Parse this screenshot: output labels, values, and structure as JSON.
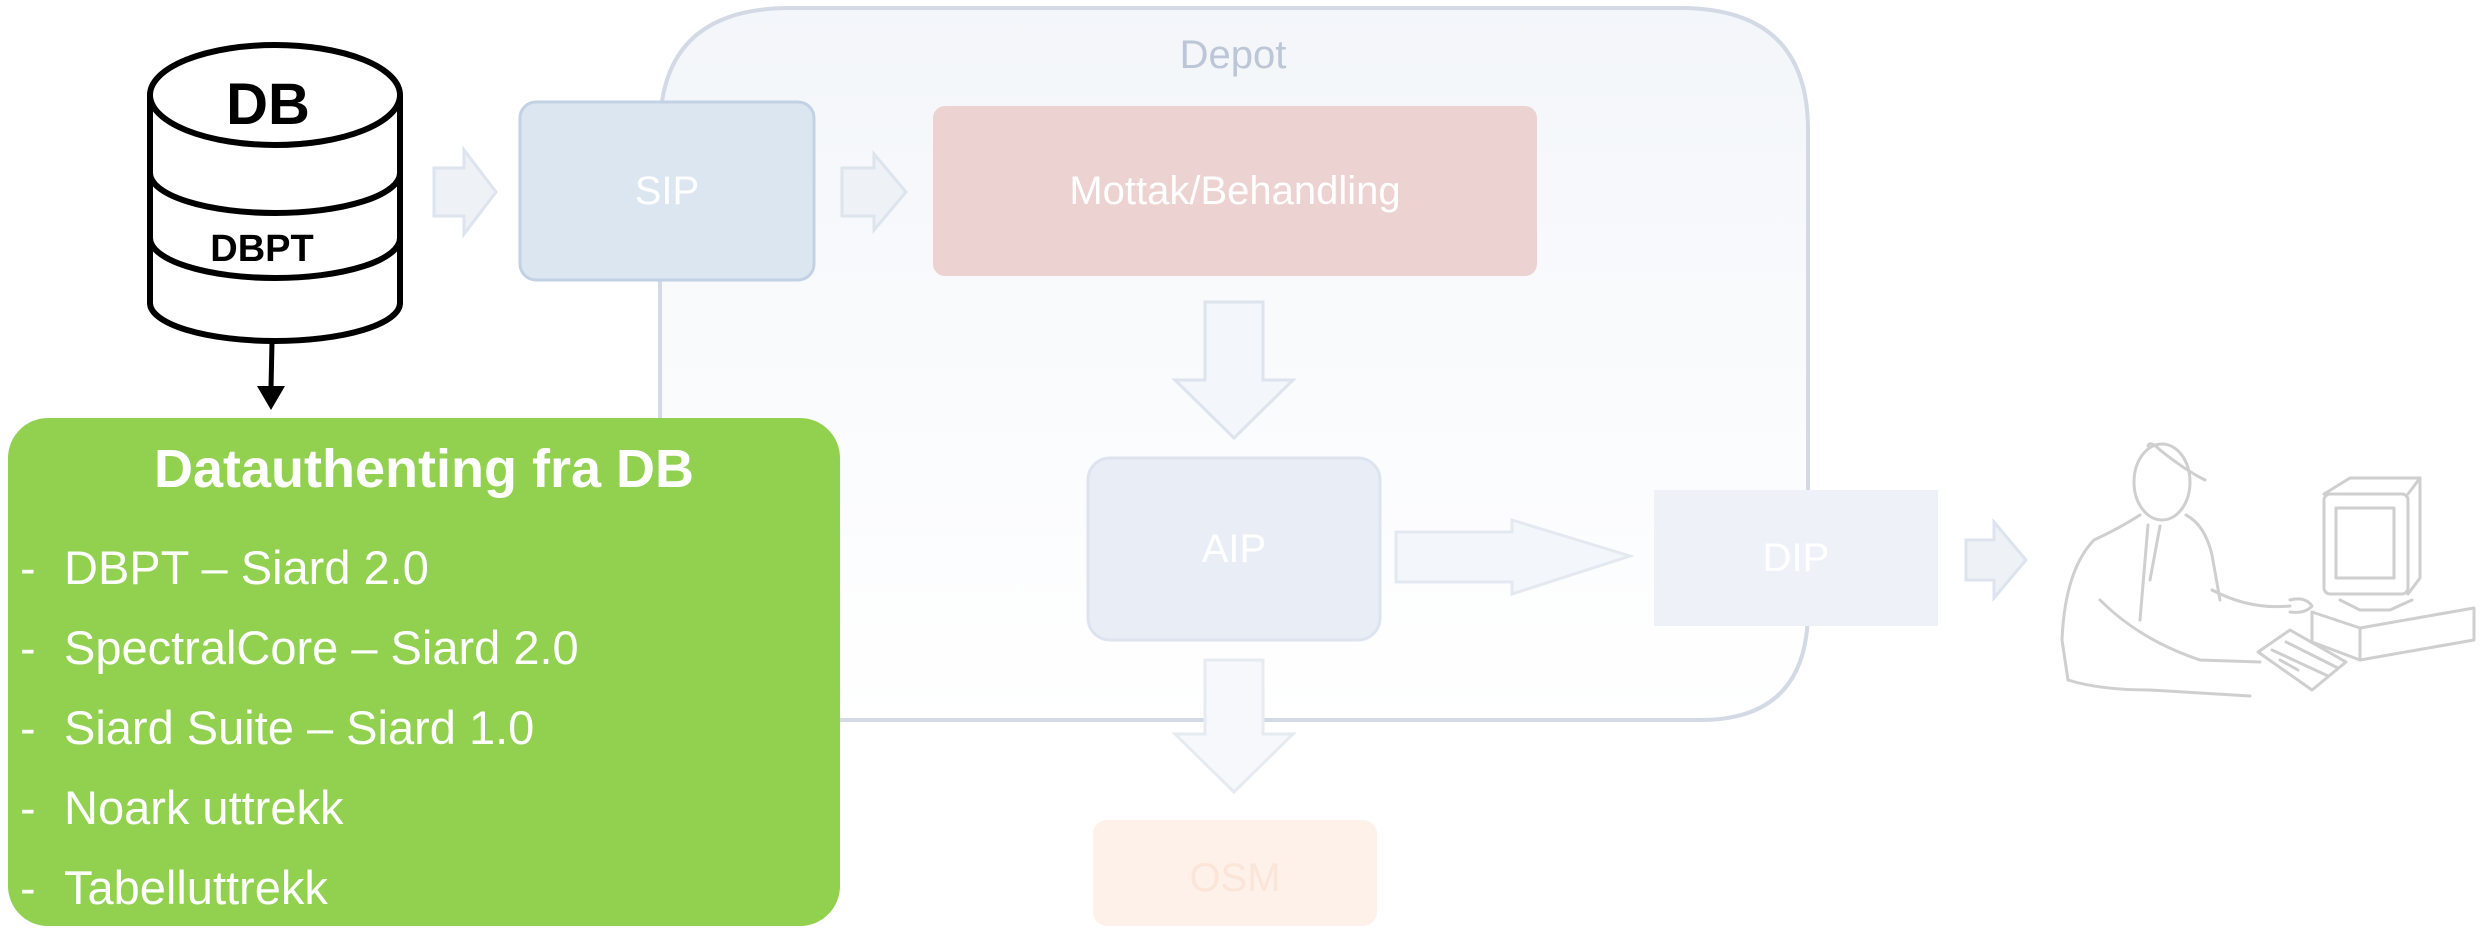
{
  "diagram": {
    "database": {
      "top_label": "DB",
      "bottom_label": "DBPT"
    },
    "depot": {
      "title": "Depot",
      "sip": "SIP",
      "intake": "Mottak/Behandling",
      "aip": "AIP",
      "dip": "DIP",
      "bottom_box": "OSM"
    },
    "panel": {
      "title": "Datauthenting fra DB",
      "bullet": "-",
      "items": [
        "DBPT – Siard 2.0",
        "SpectralCore – Siard 2.0",
        "Siard Suite – Siard 1.0",
        "Noark uttrekk",
        "Tabelluttrekk"
      ]
    }
  },
  "colors": {
    "panel_green": "#92d050",
    "depot_border": "#d0d7e4",
    "sip_fill": "#dce6f1",
    "intake_fill": "#ecd3d1",
    "aip_fill": "#e9eef6",
    "dip_fill": "#eef2f8",
    "arrow_fill": "#eef2f7",
    "user_icon_stroke": "#c9c9c9"
  }
}
